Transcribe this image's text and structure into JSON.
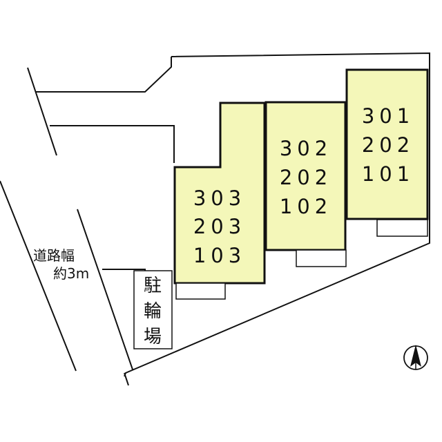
{
  "buildings": [
    {
      "id": "building-a",
      "rooms": [
        "303",
        "203",
        "103"
      ]
    },
    {
      "id": "building-b",
      "rooms": [
        "302",
        "202",
        "102"
      ]
    },
    {
      "id": "building-c",
      "rooms": [
        "301",
        "202",
        "101"
      ]
    }
  ],
  "road": {
    "line1": "道路幅",
    "line2": "約3m"
  },
  "bicycle_parking": {
    "line1": "駐",
    "line2": "輪",
    "line3": "場"
  },
  "colors": {
    "building_fill": "#f4f7b9",
    "building_stroke": "#111111",
    "line": "#111111",
    "background": "#ffffff"
  },
  "north_marker": {
    "icon": "north-arrow-icon"
  }
}
